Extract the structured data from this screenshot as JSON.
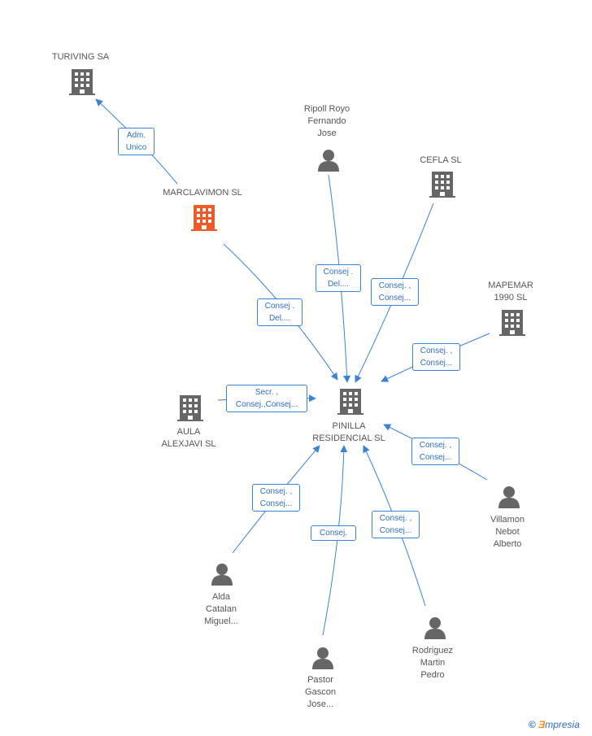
{
  "nodes": {
    "turiving": {
      "label": "TURIVING SA",
      "type": "company"
    },
    "marclavimon": {
      "label": "MARCLAVIMON SL",
      "type": "company-highlight"
    },
    "ripoll": {
      "label": "Ripoll Royo\nFernando\nJose",
      "type": "person"
    },
    "cefla": {
      "label": "CEFLA  SL",
      "type": "company"
    },
    "mapemar": {
      "label": "MAPEMAR\n1990 SL",
      "type": "company"
    },
    "aula": {
      "label": "AULA\nALEXJAVI SL",
      "type": "company"
    },
    "pinilla": {
      "label": "PINILLA\nRESIDENCIAL SL",
      "type": "company"
    },
    "villamon": {
      "label": "Villamon\nNebot\nAlberto",
      "type": "person"
    },
    "alda": {
      "label": "Alda\nCatalan\nMiguel...",
      "type": "person"
    },
    "pastor": {
      "label": "Pastor\nGascon\nJose...",
      "type": "person"
    },
    "rodriguez": {
      "label": "Rodriguez\nMartin\nPedro",
      "type": "person"
    }
  },
  "relations": {
    "marclavimon_turiving": "Adm.\nUnico",
    "ripoll_pinilla": "Consej .\nDel....",
    "cefla_pinilla": "Consej. ,\nConsej...",
    "marclavimon_pinilla": "Consej .\nDel....",
    "mapemar_pinilla": "Consej. ,\nConsej...",
    "aula_pinilla": "Secr. ,\nConsej.,Consej...",
    "villamon_pinilla": "Consej. ,\nConsej...",
    "alda_pinilla": "Consej. ,\nConsej...",
    "pastor_pinilla": "Consej.",
    "rodriguez_pinilla": "Consej. ,\nConsej..."
  },
  "colors": {
    "company": "#666666",
    "highlight": "#f05a28",
    "person": "#666666",
    "edge": "#3b82d6"
  },
  "branding": {
    "symbol": "©",
    "e": "Ǝ",
    "rest": "mpresia"
  }
}
